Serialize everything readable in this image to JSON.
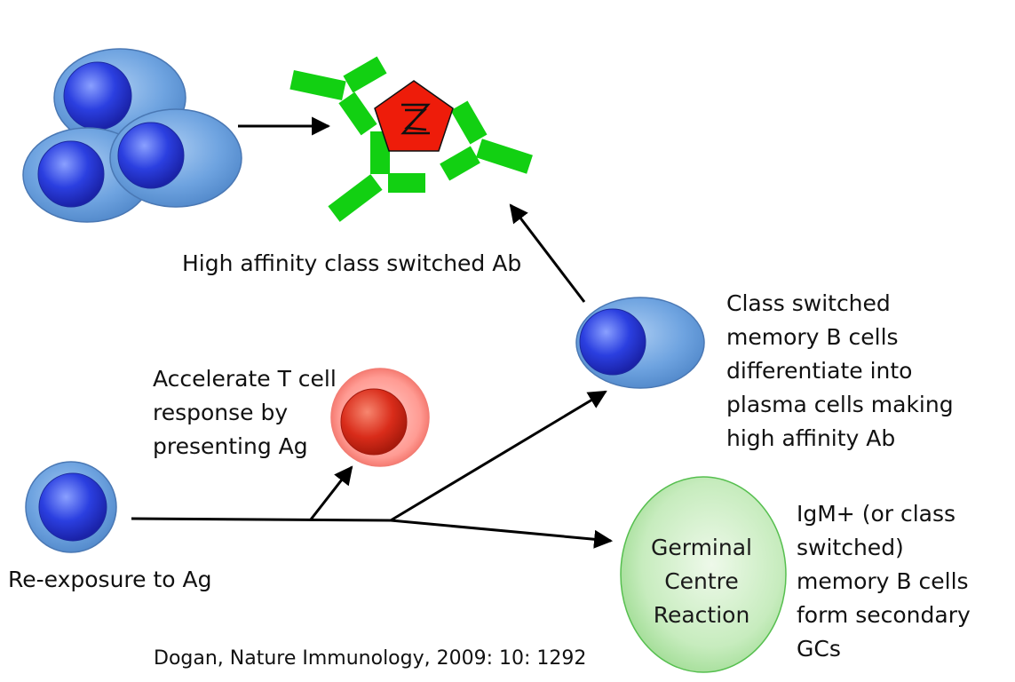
{
  "colors": {
    "b_cell_body": "#6ea3e0",
    "b_cell_nucleus": "#2b3fe0",
    "t_cell": "#e2402c",
    "antibody": "#12d012",
    "antigen": "#ee1c0a",
    "germinal_centre": "#bfe7b6"
  },
  "labels": {
    "high_affinity": "High affinity class switched Ab",
    "class_switched": [
      "Class switched",
      "memory B cells",
      "differentiate into",
      "plasma cells making",
      "high affinity Ab"
    ],
    "accelerate": [
      "Accelerate T cell",
      "response by",
      "presenting Ag"
    ],
    "reexposure": "Re-exposure to Ag",
    "germinal_centre": [
      "Germinal",
      "Centre",
      "Reaction"
    ],
    "igm": [
      "IgM+ (or class",
      "switched)",
      "memory B cells",
      "form secondary",
      "GCs"
    ],
    "citation": "Dogan,  Nature Immunology, 2009: 10: 1292"
  },
  "icons": {
    "antigen": "antigen-pentagon-icon",
    "antibody": "antibody-y-icon",
    "b_cell": "b-cell-icon",
    "t_cell": "t-cell-icon"
  }
}
